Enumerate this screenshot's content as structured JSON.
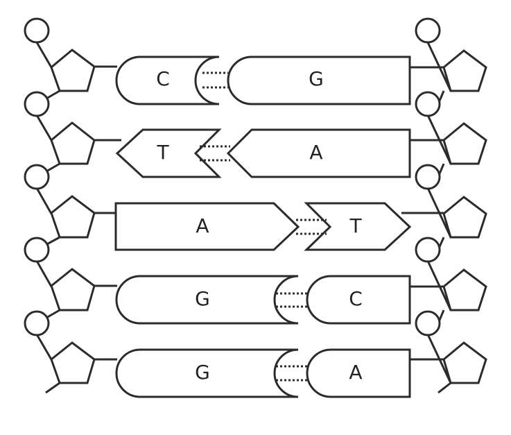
{
  "diagram": {
    "title": "",
    "pairs": [
      {
        "left": "C",
        "right": "G"
      },
      {
        "left": "T",
        "right": "A"
      },
      {
        "left": "A",
        "right": "T"
      },
      {
        "left": "G",
        "right": "C"
      },
      {
        "left": "G",
        "right": "A"
      }
    ],
    "colors": {
      "line": "#2b2b2b",
      "fill": "#ffffff",
      "text": "#222222"
    }
  }
}
